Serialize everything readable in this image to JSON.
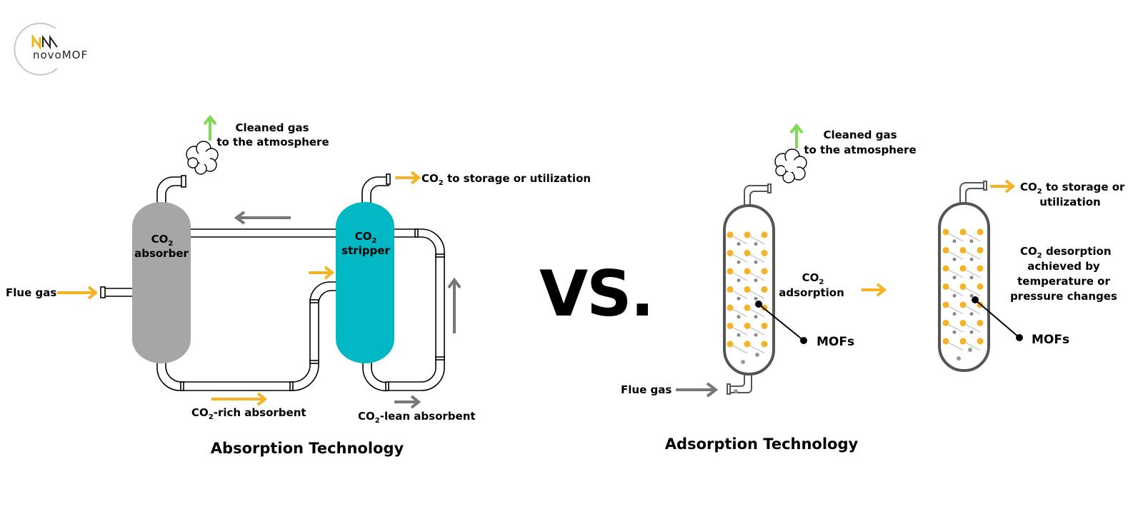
{
  "logo": {
    "text": "novoMOF"
  },
  "vs_label": "VS.",
  "absorption": {
    "title": "Absorption Technology",
    "cleaned_gas": [
      "Cleaned gas",
      "to the atmosphere"
    ],
    "co2_output": {
      "co": "CO",
      "sub": "2",
      "rest": " to  storage or utilization"
    },
    "flue_gas": "Flue gas",
    "absorber": {
      "co": "CO",
      "sub": "2",
      "line2": "absorber"
    },
    "stripper": {
      "co": "CO",
      "sub": "2",
      "line2": "stripper"
    },
    "rich": {
      "co": "CO",
      "sub": "2",
      "rest": "-rich absorbent"
    },
    "lean": {
      "co": "CO",
      "sub": "2",
      "rest": "-lean absorbent"
    }
  },
  "adsorption": {
    "title": "Adsorption Technology",
    "cleaned_gas": [
      "Cleaned gas",
      "to the atmosphere"
    ],
    "co2_output": {
      "co": "CO",
      "sub": "2",
      "rest": " to  storage or",
      "line2": "utilization"
    },
    "flue_gas": "Flue gas",
    "adsorption_label": {
      "co": "CO",
      "sub": "2",
      "line2": "adsorption"
    },
    "desorption_label": {
      "co": "CO",
      "sub": "2",
      "rest": " desorption",
      "lines": [
        "achieved by",
        "temperature or",
        "pressure changes"
      ]
    },
    "mofs_left": "MOFs",
    "mofs_right": "MOFs"
  },
  "colors": {
    "arrow_yellow": "#f5b324",
    "arrow_gray": "#777777",
    "arrow_green": "#7ed957",
    "absorber_gray": "#a6a6a6",
    "stripper_teal": "#00b7c3",
    "mof_node": "#f5b324",
    "vessel_outline": "#555555"
  }
}
